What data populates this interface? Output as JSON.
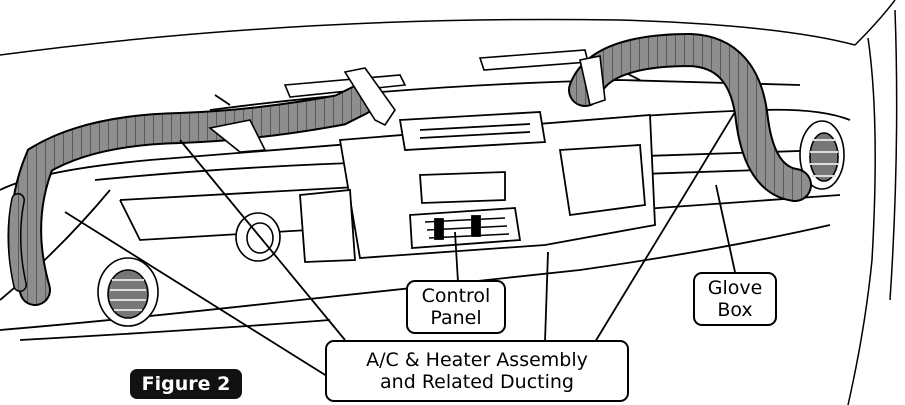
{
  "figure_label": "Figure 2",
  "callouts": {
    "control_panel": {
      "line1": "Control",
      "line2": "Panel"
    },
    "glove_box": {
      "line1": "Glove",
      "line2": "Box"
    },
    "assembly": {
      "line1": "A/C & Heater Assembly",
      "line2": "and Related Ducting"
    }
  },
  "colors": {
    "duct": "#8e8e8e",
    "line": "#000000",
    "badge_bg": "#111111",
    "badge_text": "#ffffff"
  }
}
